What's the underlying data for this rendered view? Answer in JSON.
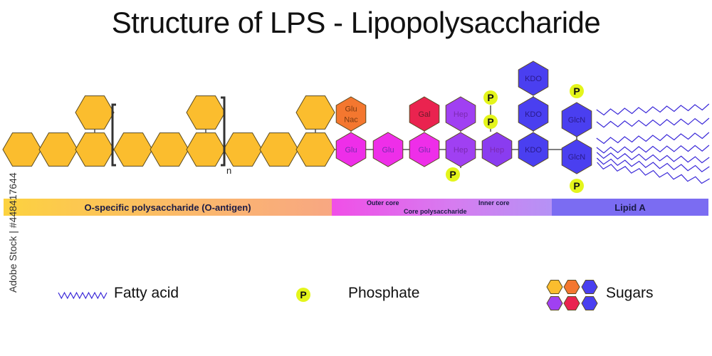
{
  "title": "Structure of LPS - Lipopolysaccharide",
  "colors": {
    "yellow": "#fbbd2e",
    "orange": "#f4772f",
    "red": "#ea234f",
    "magenta": "#ee2ee9",
    "purple": "#a040f2",
    "violet": "#8a3cf0",
    "blue": "#4a3ff0",
    "phosphate": "#e4f51b",
    "fatty_acid": "#3a28d8"
  },
  "sugars": {
    "glu_nac": "Glu\nNac",
    "gal": "Gal",
    "glu": "Glu",
    "hep": "Hep",
    "kdo": "KDO",
    "glcn": "GlcN"
  },
  "repeat_subscript": "n",
  "phosphate_letter": "P",
  "bar": {
    "o_antigen": "O-specific polysaccharide (O-antigen)",
    "outer_core": "Outer core",
    "inner_core": "Inner core",
    "core": "Core polysaccharide",
    "lipid_a": "Lipid A"
  },
  "legend": {
    "fatty_acid": "Fatty acid",
    "phosphate": "Phosphate",
    "sugars": "Sugars"
  },
  "watermark": "Adobe Stock | #448417644"
}
